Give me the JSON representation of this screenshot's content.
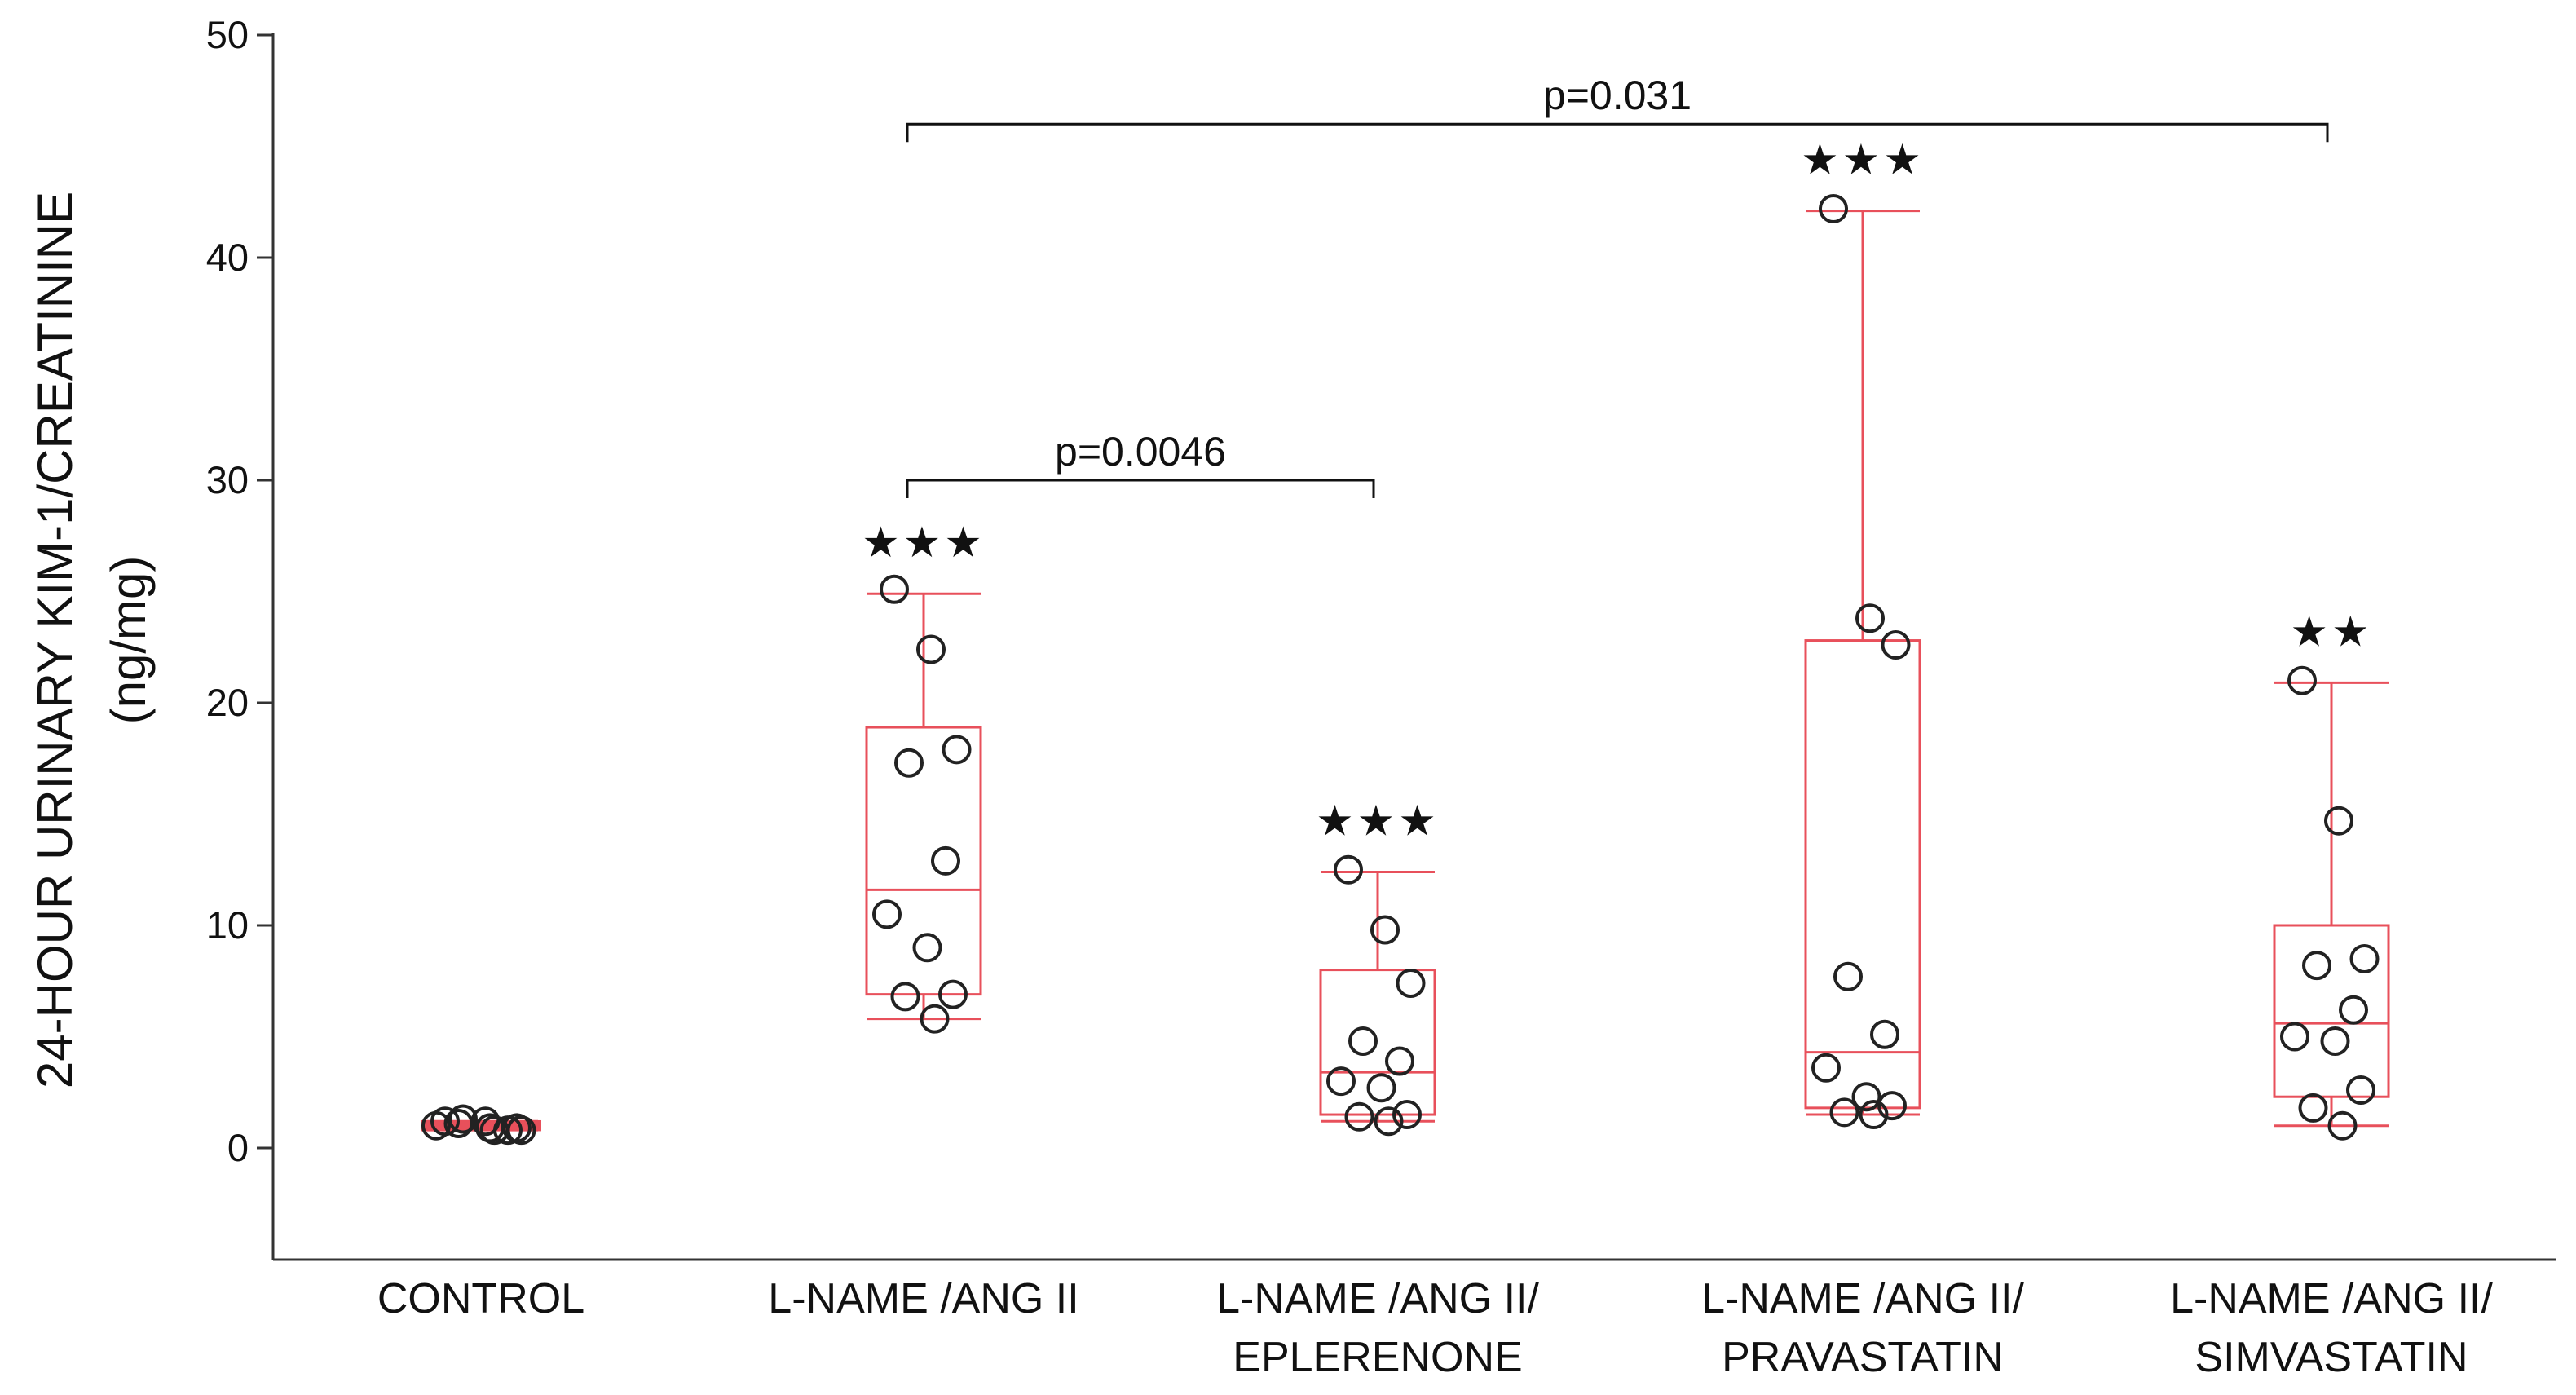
{
  "chart_data": {
    "type": "box",
    "ylabel_line1": "24-HOUR URINARY KIM-1/CREATININE",
    "ylabel_line2": "(ng/mg)",
    "ylim": [
      -5,
      50
    ],
    "yticks": [
      0,
      10,
      20,
      30,
      40,
      50
    ],
    "grid": false,
    "colors": {
      "box": "#e8505b",
      "points": "#222222",
      "axis": "#333333"
    },
    "categories": [
      {
        "label_lines": [
          "CONTROL"
        ],
        "box": {
          "min": 0.8,
          "q1": 0.9,
          "median": 1.0,
          "q3": 1.1,
          "max": 1.2
        },
        "points": [
          1.2,
          0.9,
          0.8,
          1.3,
          0.8,
          1.0,
          1.2,
          0.9,
          1.1,
          0.8
        ],
        "significance": ""
      },
      {
        "label_lines": [
          "L-NAME /ANG II"
        ],
        "box": {
          "min": 5.8,
          "q1": 6.9,
          "median": 11.6,
          "q3": 18.9,
          "max": 24.9
        },
        "points": [
          25.1,
          22.4,
          17.9,
          17.3,
          12.9,
          10.5,
          9.0,
          6.9,
          6.8,
          5.8
        ],
        "significance": "★★★"
      },
      {
        "label_lines": [
          "L-NAME /ANG II/",
          "EPLERENONE"
        ],
        "box": {
          "min": 1.2,
          "q1": 1.5,
          "median": 3.4,
          "q3": 8.0,
          "max": 12.4
        },
        "points": [
          12.5,
          9.8,
          7.4,
          4.8,
          3.9,
          3.0,
          2.7,
          1.5,
          1.4,
          1.2
        ],
        "significance": "★★★"
      },
      {
        "label_lines": [
          "L-NAME /ANG II/",
          "PRAVASTATIN"
        ],
        "box": {
          "min": 1.5,
          "q1": 1.8,
          "median": 4.3,
          "q3": 22.8,
          "max": 42.1
        },
        "points": [
          42.2,
          23.8,
          22.6,
          7.7,
          5.1,
          3.6,
          2.3,
          1.9,
          1.6,
          1.5
        ],
        "significance": "★★★"
      },
      {
        "label_lines": [
          "L-NAME /ANG II/",
          "SIMVASTATIN"
        ],
        "box": {
          "min": 1.0,
          "q1": 2.3,
          "median": 5.6,
          "q3": 10.0,
          "max": 20.9
        },
        "points": [
          21.0,
          14.7,
          8.5,
          8.2,
          6.2,
          5.0,
          4.8,
          2.6,
          1.8,
          1.0
        ],
        "significance": "★★"
      }
    ],
    "comparisons": [
      {
        "from": 1,
        "to": 2,
        "label": "p=0.0046",
        "y": 30.0
      },
      {
        "from": 1,
        "to": 4,
        "label": "p=0.031",
        "y": 46.0
      }
    ]
  }
}
